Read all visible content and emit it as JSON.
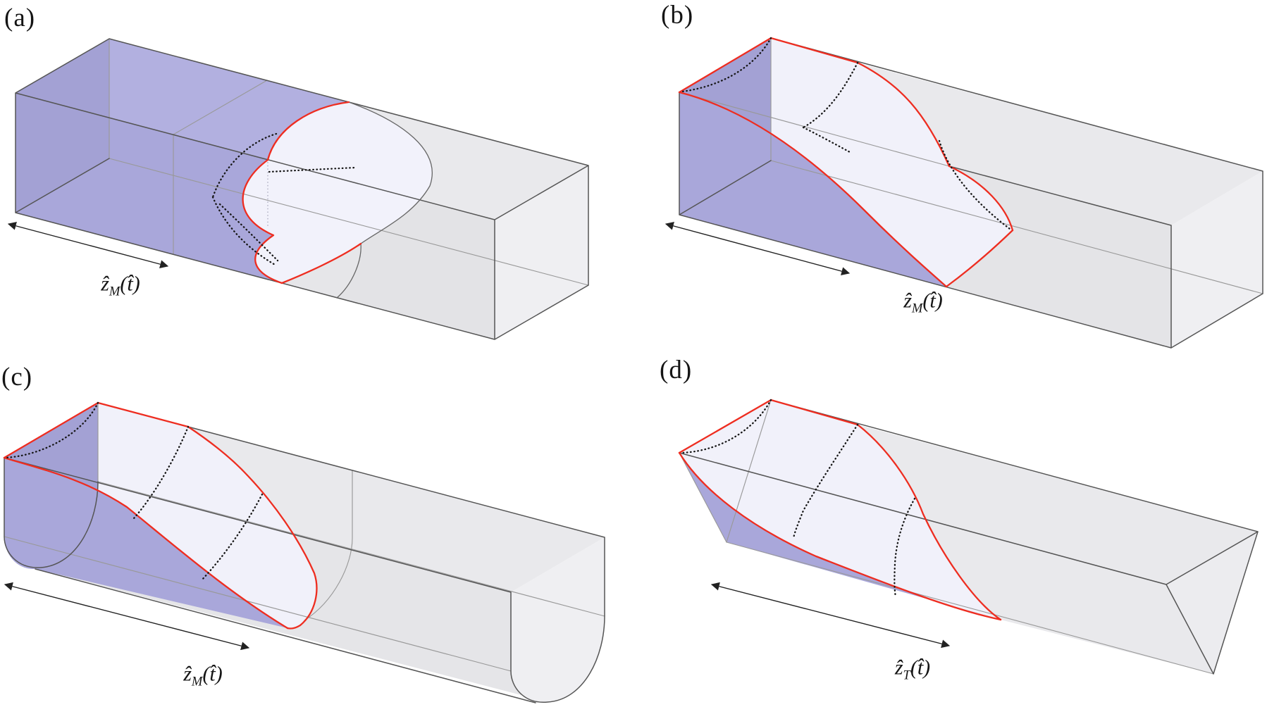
{
  "panels": [
    {
      "id": "a",
      "tag": "(a)",
      "axis_label": {
        "zhat": "ẑ",
        "sub": "M",
        "args": "(t̂)"
      }
    },
    {
      "id": "b",
      "tag": "(b)",
      "axis_label": {
        "zhat": "ẑ",
        "sub": "M",
        "args": "(t̂)"
      }
    },
    {
      "id": "c",
      "tag": "(c)",
      "axis_label": {
        "zhat": "ẑ",
        "sub": "M",
        "args": "(t̂)"
      }
    },
    {
      "id": "d",
      "tag": "(d)",
      "axis_label": {
        "zhat": "ẑ",
        "sub": "T",
        "args": "(t̂)"
      }
    }
  ],
  "colors": {
    "liquid_wall_purple": "#a9a7da",
    "liquid_wall_purple_light": "#b2b0e0",
    "liquid_wall_purple_dark": "#a3a1d4",
    "solid_grey": "#e9e9ec",
    "interface_pale": "#f2f2fb",
    "melt_front_red": "#ee2d20",
    "edge_grey": "#555555"
  }
}
